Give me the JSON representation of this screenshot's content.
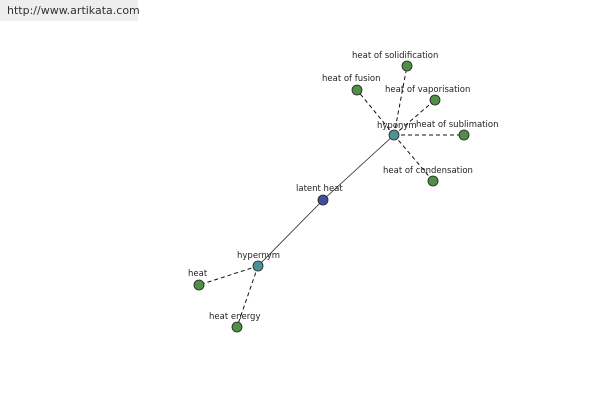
{
  "watermark": {
    "text": "http://www.artikata.com"
  },
  "nodes": {
    "center": {
      "label": "latent heat",
      "color": "#3e4f9b"
    },
    "hypernym": {
      "label": "hypernym",
      "color": "#4d9297"
    },
    "hyponym": {
      "label": "hyponym",
      "color": "#4d9297"
    },
    "heat": {
      "label": "heat",
      "color": "#4f8f46"
    },
    "heat_energy": {
      "label": "heat energy",
      "color": "#4f8f46"
    },
    "heat_of_solidification": {
      "label": "heat of solidification",
      "color": "#4f8f46"
    },
    "heat_of_fusion": {
      "label": "heat of fusion",
      "color": "#4f8f46"
    },
    "heat_of_vaporisation": {
      "label": "heat of vaporisation",
      "color": "#4f8f46"
    },
    "heat_of_sublimation": {
      "label": "heat of sublimation",
      "color": "#4f8f46"
    },
    "heat_of_condensation": {
      "label": "heat of condensation",
      "color": "#4f8f46"
    }
  }
}
